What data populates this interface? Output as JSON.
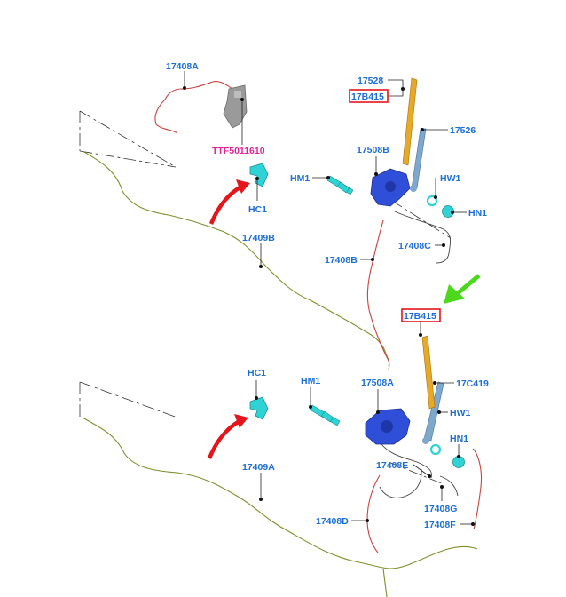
{
  "labels": {
    "l17408A": "17408A",
    "lTTF": "TTF5011610",
    "lHC1a": "HC1",
    "l17409B": "17409B",
    "l17528": "17528",
    "l17B415a": "17B415",
    "l17526": "17526",
    "l17508B": "17508B",
    "lHM1a": "HM1",
    "lHW1a": "HW1",
    "lHN1a": "HN1",
    "l17408C": "17408C",
    "l17408B": "17408B",
    "l17B415b": "17B415",
    "lHC1b": "HC1",
    "lHM1b": "HM1",
    "l17508A": "17508A",
    "l17C419": "17C419",
    "lHW1b": "HW1",
    "lHN1b": "HN1",
    "l17408E": "17408E",
    "l17409A": "17409A",
    "l17408G": "17408G",
    "l17408D": "17408D",
    "l17408F": "17408F"
  },
  "colors": {
    "callout_text": "#1c6fd6",
    "special_callout_text": "#e0249a",
    "highlight_box": "#e2161c",
    "motor_blue": "#2f4fd8",
    "cyan_parts": "#2fd3d6",
    "wiper_blade": "#e7a92a",
    "wiper_arm": "#7fa8cc",
    "green_wire": "#7f8f2a",
    "red_wire": "#c5443a",
    "arrow_red": "#e3161c",
    "arrow_green": "#4ed81d"
  }
}
